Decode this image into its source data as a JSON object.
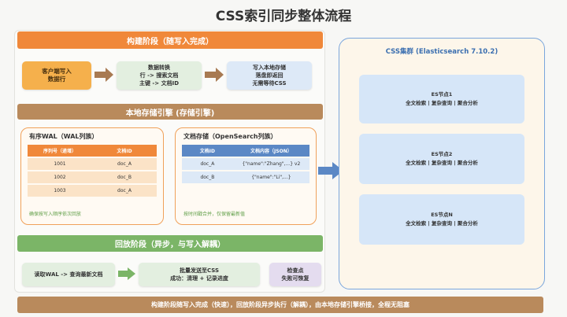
{
  "title": "CSS索引同步整体流程",
  "build_stage": {
    "label": "构建阶段（随写入完成）",
    "box1": [
      "客户端写入",
      "数据行"
    ],
    "box2": [
      "数据转换",
      "行 -> 搜索文档",
      "主键 -> 文档ID"
    ],
    "box3": [
      "写入本地存储",
      "落盘即返回",
      "无需等待CSS"
    ]
  },
  "storage_engine": {
    "label": "本地存储引擎 (存储引擎)"
  },
  "wal": {
    "title": "有序WAL（WAL列族）",
    "headers": [
      "序列号（递增）",
      "文档ID"
    ],
    "rows": [
      [
        "1001",
        "doc_A"
      ],
      [
        "1002",
        "doc_B"
      ],
      [
        "1003",
        "doc_A"
      ]
    ],
    "note": "确保按写入顺序依次回放"
  },
  "doc_store": {
    "title": "文档存储（OpenSearch列族）",
    "headers": [
      "文档ID",
      "文档内容（JSON）"
    ],
    "rows": [
      [
        "doc_A",
        "{\"name\":\"Zhang\",...} v2"
      ],
      [
        "doc_B",
        "{\"name\":\"Li\",...}"
      ]
    ],
    "note": "按时间戳合并，仅保留最新值"
  },
  "replay_stage": {
    "label": "回放阶段（异步，与写入解耦）",
    "box1": "读取WAL -> 查询最新文档",
    "box2": [
      "批量发送至CSS",
      "成功：清理 + 记录进度"
    ],
    "box3": [
      "检查点",
      "失败可恢复"
    ]
  },
  "cluster": {
    "title": "CSS集群 (Elasticsearch 7.10.2)",
    "nodes": [
      {
        "name": "ES节点1",
        "desc": "全文检索 | 复杂查询 | 聚合分析"
      },
      {
        "name": "ES节点2",
        "desc": "全文检索 | 复杂查询 | 聚合分析"
      },
      {
        "name": "ES节点N",
        "desc": "全文检索 | 复杂查询 | 聚合分析"
      }
    ]
  },
  "footer": "构建阶段随写入完成（快速），回放阶段异步执行（解耦），由本地存储引擎桥接，全程无阻塞",
  "colors": {
    "orange": "#f0883a",
    "brown": "#b98a5c",
    "green": "#7bb567",
    "blue": "#5b88c5"
  }
}
